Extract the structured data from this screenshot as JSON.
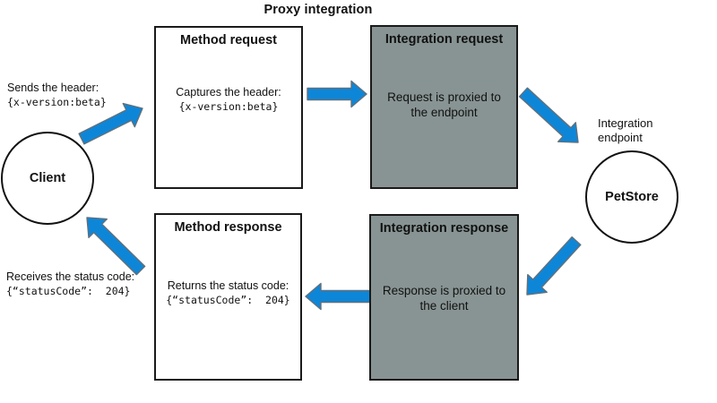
{
  "title": "Proxy integration",
  "client": {
    "label": "Client",
    "sends_caption": "Sends the header:",
    "sends_code": "{x-version:beta}",
    "receives_caption": "Receives the status code:",
    "receives_code": "{“statusCode”:  204}"
  },
  "endpoint": {
    "label": "PetStore",
    "caption_line1": "Integration",
    "caption_line2": "endpoint"
  },
  "boxes": {
    "method_request": {
      "title": "Method request",
      "body_caption": "Captures the header:",
      "body_code": "{x-version:beta}"
    },
    "integration_request": {
      "title": "Integration request",
      "body_line1": "Request is proxied to",
      "body_line2": "the endpoint"
    },
    "method_response": {
      "title": "Method response",
      "body_caption": "Returns the status code:",
      "body_code": "{“statusCode”:  204}"
    },
    "integration_response": {
      "title": "Integration response",
      "body_line1": "Response is proxied to",
      "body_line2": "the client"
    }
  },
  "colors": {
    "box_gray": "#889493",
    "arrow_fill": "#0E86D8",
    "arrow_outline": "#60707C",
    "border_black": "#1A1A1A"
  }
}
